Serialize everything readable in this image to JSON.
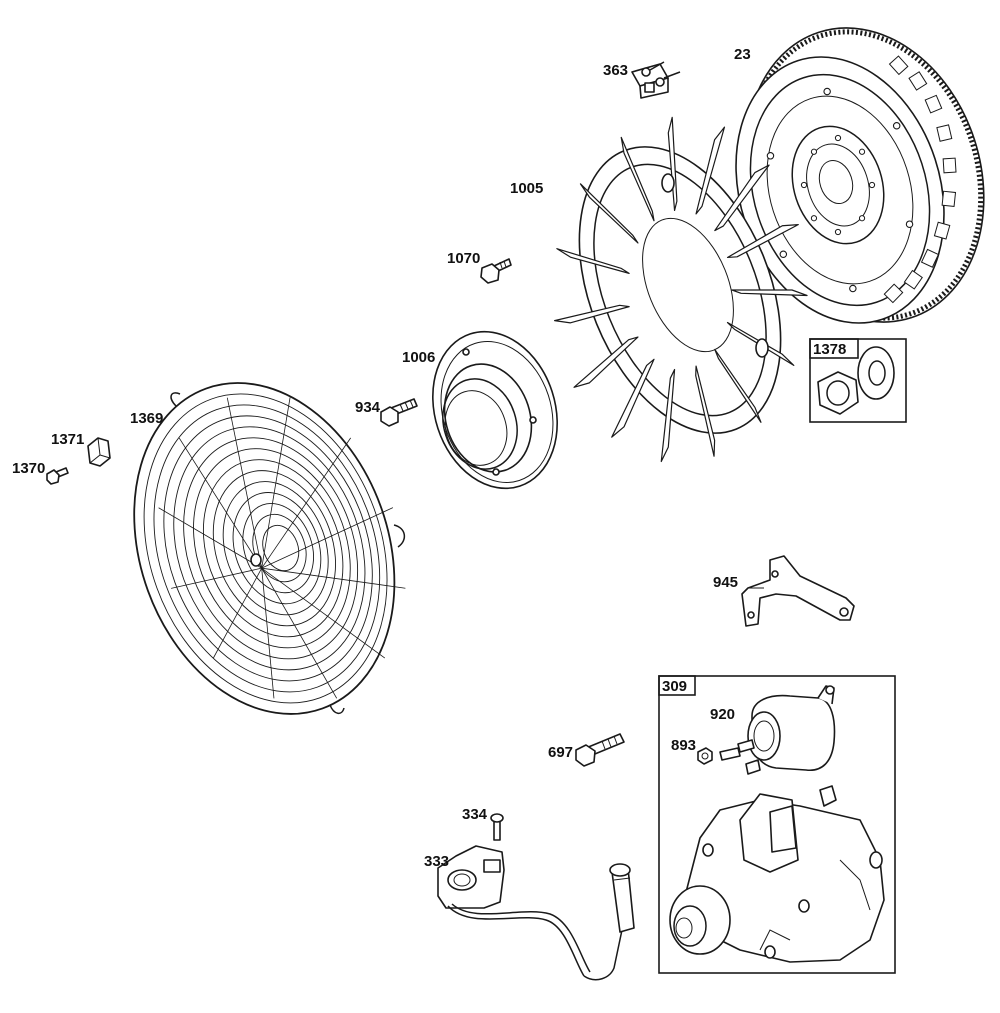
{
  "diagram": {
    "labels": {
      "p363": "363",
      "p23": "23",
      "p1005": "1005",
      "p1070": "1070",
      "p1378": "1378",
      "p1006": "1006",
      "p934": "934",
      "p1369": "1369",
      "p1371": "1371",
      "p1370": "1370",
      "p945": "945",
      "p309": "309",
      "p920": "920",
      "p893": "893",
      "p697": "697",
      "p334": "334",
      "p333": "333"
    }
  }
}
